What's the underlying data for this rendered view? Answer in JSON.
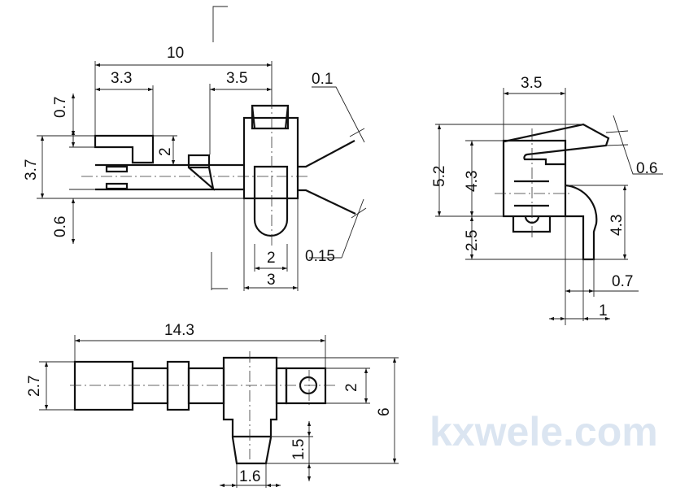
{
  "watermark": "kxwele.com",
  "side_view": {
    "dims": {
      "overall_length": "10",
      "left_block_width": "3.3",
      "lead_to_body": "3.5",
      "top_offset": "0.7",
      "height": "3.7",
      "bottom_offset": "0.6",
      "block_height": "2",
      "lead_thickness": "0.1",
      "lead_thickness_2": "0.15",
      "lens_width": "2",
      "body_width": "3"
    }
  },
  "end_view": {
    "dims": {
      "width": "3.5",
      "overall_height": "5.2",
      "body_height": "4.3",
      "pin_height": "2.5",
      "lever_thickness": "0.6",
      "lead_height": "4.3",
      "lead_width": "0.7",
      "lead_offset": "1"
    }
  },
  "top_view": {
    "dims": {
      "overall_length": "14.3",
      "cylinder_dia": "2.7",
      "tab_width": "2",
      "overall_depth": "6",
      "stem_length": "1.5",
      "stem_width": "1.6"
    }
  }
}
